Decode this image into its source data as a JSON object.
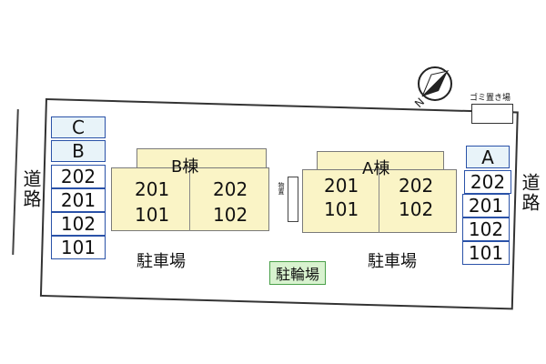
{
  "roads": {
    "left": "道路",
    "right": "道路"
  },
  "left_slots": [
    "C",
    "B",
    "202",
    "201",
    "102",
    "101"
  ],
  "right_slots": [
    "A",
    "202",
    "201",
    "102",
    "101"
  ],
  "building_b": {
    "title": "B棟",
    "rooms": [
      "201",
      "202",
      "101",
      "102"
    ]
  },
  "building_a": {
    "title": "A棟",
    "rooms": [
      "201",
      "202",
      "101",
      "102"
    ]
  },
  "storage_label": "物置",
  "parking_left": "駐車場",
  "parking_right": "駐車場",
  "bicycle_parking": "駐輪場",
  "trash_area": "ゴミ置き場",
  "compass": {
    "label": "N",
    "icon": "north-arrow-icon"
  }
}
